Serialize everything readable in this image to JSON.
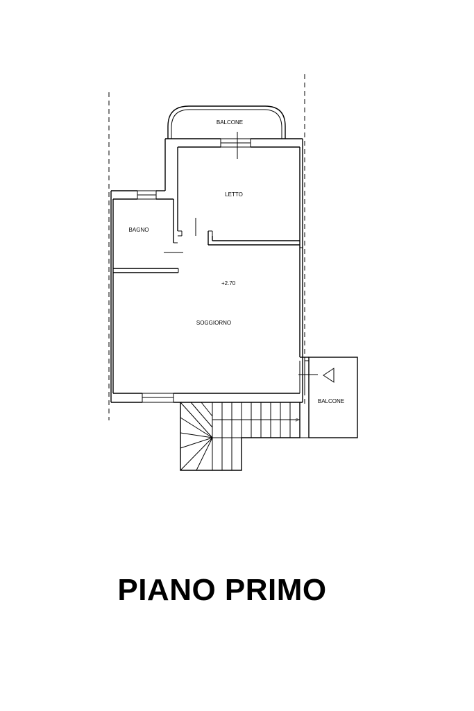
{
  "title": "PIANO PRIMO",
  "rooms": {
    "balcone_top": "BALCONE",
    "letto": "LETTO",
    "bagno": "BAGNO",
    "soggiorno": "SOGGIORNO",
    "balcone_right": "BALCONE"
  },
  "height_mark": "+2.70",
  "stair_mark": "P",
  "icons": {
    "entrance": "triangle-arrow-icon"
  }
}
